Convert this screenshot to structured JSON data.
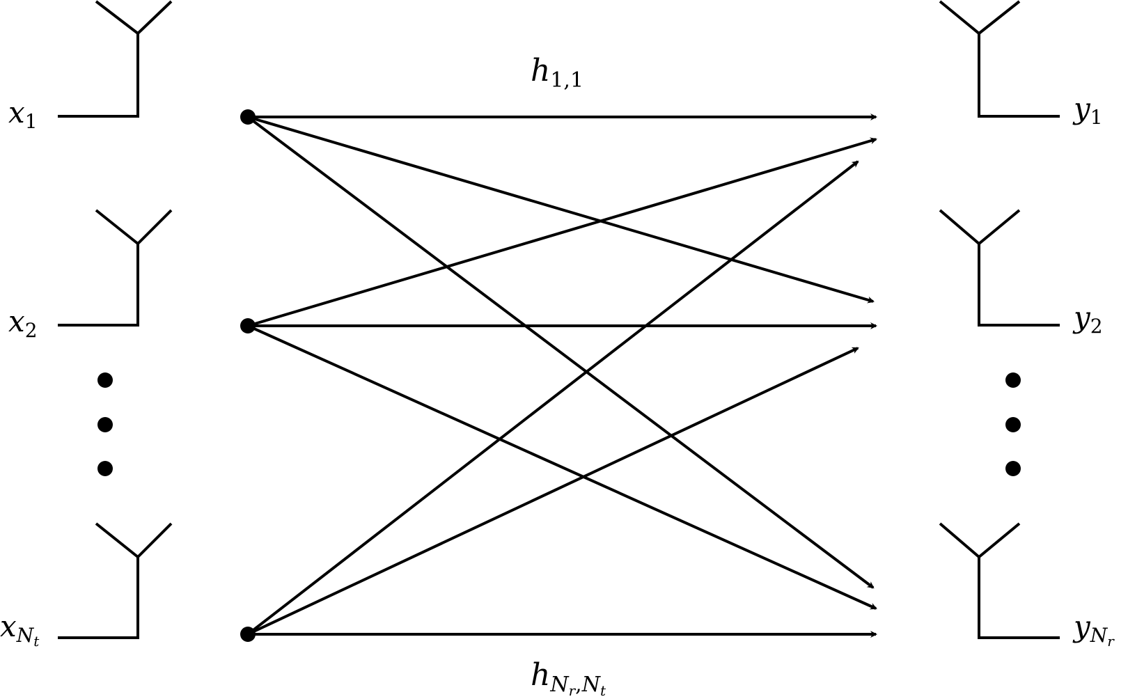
{
  "transmit": {
    "labels": [
      {
        "base": "x",
        "sub": "1",
        "subsub": ""
      },
      {
        "base": "x",
        "sub": "2",
        "subsub": ""
      },
      {
        "base": "x",
        "sub": "N",
        "subsub": "t"
      }
    ]
  },
  "receive": {
    "labels": [
      {
        "base": "y",
        "sub": "1",
        "subsub": ""
      },
      {
        "base": "y",
        "sub": "2",
        "subsub": ""
      },
      {
        "base": "y",
        "sub": "N",
        "subsub": "r"
      }
    ]
  },
  "channel_labels": {
    "top": {
      "base": "h",
      "sub": "1,1"
    },
    "bottom": {
      "base": "h",
      "sub_a": "N",
      "sub_a_sub": "r",
      "sep": ",",
      "sub_b": "N",
      "sub_b_sub": "t"
    }
  },
  "ellipsis_dots": 3,
  "links": [
    {
      "from": 0,
      "to": 0
    },
    {
      "from": 0,
      "to": 1
    },
    {
      "from": 0,
      "to": 2
    },
    {
      "from": 1,
      "to": 0
    },
    {
      "from": 1,
      "to": 1
    },
    {
      "from": 1,
      "to": 2
    },
    {
      "from": 2,
      "to": 0
    },
    {
      "from": 2,
      "to": 1
    },
    {
      "from": 2,
      "to": 2
    }
  ]
}
